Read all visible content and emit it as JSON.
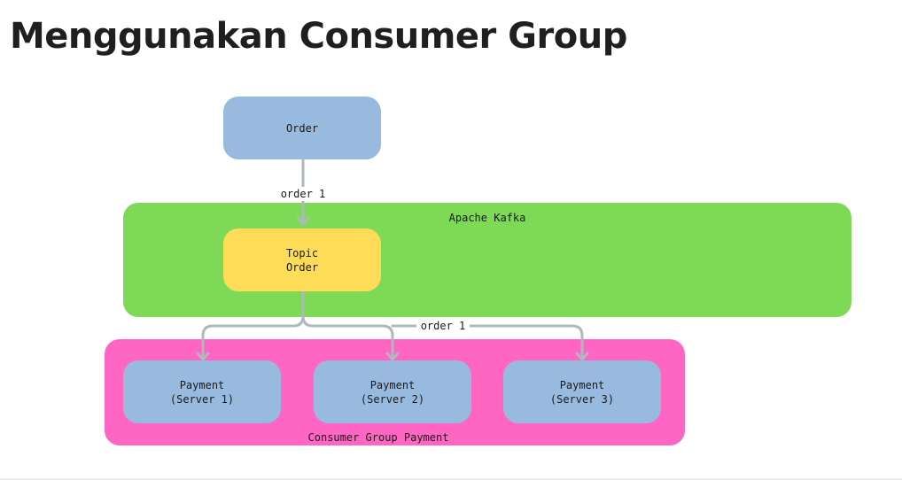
{
  "title": "Menggunakan Consumer Group",
  "colors": {
    "producer_fill": "#98badf",
    "kafka_fill": "#7ed957",
    "topic_fill": "#fedc57",
    "consumer_group_fill": "#ff66c4",
    "consumer_fill": "#98badf",
    "arrow": "#aeb8bd"
  },
  "diagram": {
    "producer": {
      "label": "Order"
    },
    "arrow_to_kafka": {
      "label": "order 1"
    },
    "kafka": {
      "label": "Apache Kafka"
    },
    "topic": {
      "line1": "Topic",
      "line2": "Order"
    },
    "arrow_to_consumers": {
      "label": "order 1"
    },
    "consumer_group": {
      "label": "Consumer Group Payment",
      "consumers": [
        {
          "line1": "Payment",
          "line2": "(Server 1)"
        },
        {
          "line1": "Payment",
          "line2": "(Server 2)"
        },
        {
          "line1": "Payment",
          "line2": "(Server 3)"
        }
      ]
    }
  }
}
